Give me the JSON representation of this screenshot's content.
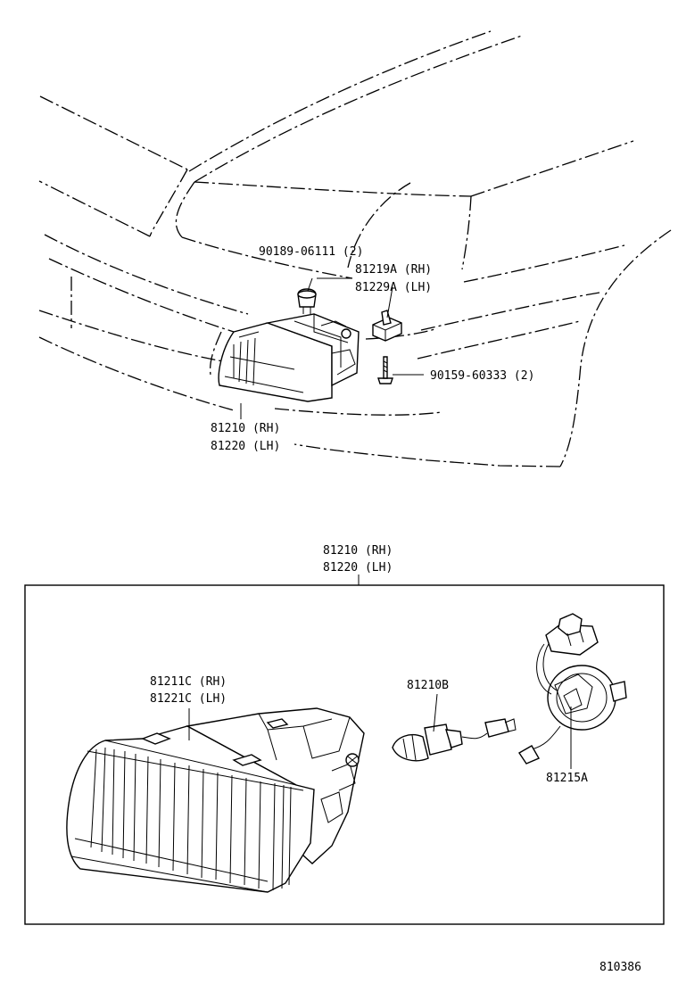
{
  "top": {
    "clip_part_label": "90189-06111 (2)",
    "nut_rh_label": "81219A (RH)",
    "nut_lh_label": "81229A (LH)",
    "screw_label": "90159-60333 (2)",
    "lamp_rh_label": "81210 (RH)",
    "lamp_lh_label": "81220 (LH)"
  },
  "assembly": {
    "title_rh": "81210 (RH)",
    "title_lh": "81220 (LH)",
    "unit_rh_label": "81211C (RH)",
    "unit_lh_label": "81221C (LH)",
    "bulb_label": "81210B",
    "socket_label": "81215A"
  },
  "footer": {
    "illustration_number": "810386"
  }
}
